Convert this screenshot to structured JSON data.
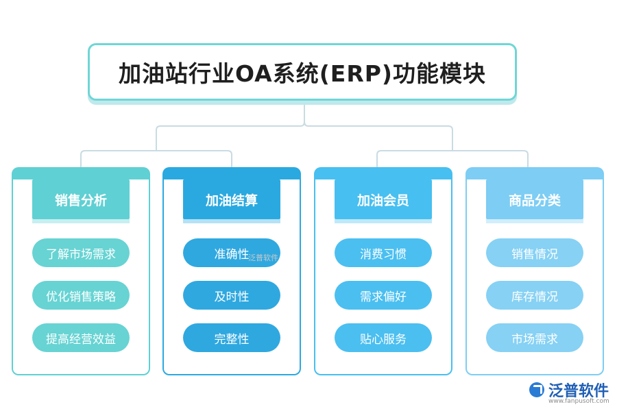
{
  "title": "加油站行业OA系统(ERP)功能模块",
  "columns": [
    {
      "header": "销售分析",
      "items": [
        "了解市场需求",
        "优化销售策略",
        "提高经营效益"
      ],
      "color": "#5fd0d3",
      "pill": "#67d3d3"
    },
    {
      "header": "加油结算",
      "items": [
        "准确性",
        "及时性",
        "完整性"
      ],
      "color": "#2aa9e0",
      "pill": "#2fa8e0"
    },
    {
      "header": "加油会员",
      "items": [
        "消费习惯",
        "需求偏好",
        "贴心服务"
      ],
      "color": "#47bff0",
      "pill": "#4bbff0"
    },
    {
      "header": "商品分类",
      "items": [
        "销售情况",
        "库存情况",
        "市场需求"
      ],
      "color": "#7dcdf4",
      "pill": "#86d1f4"
    }
  ],
  "watermark": "泛普软件",
  "logo": {
    "name": "泛普软件",
    "url": "www.fanpusoft.com"
  },
  "colors": {
    "title_border": "#6fd6d6",
    "connector": "#c9dbe3"
  }
}
